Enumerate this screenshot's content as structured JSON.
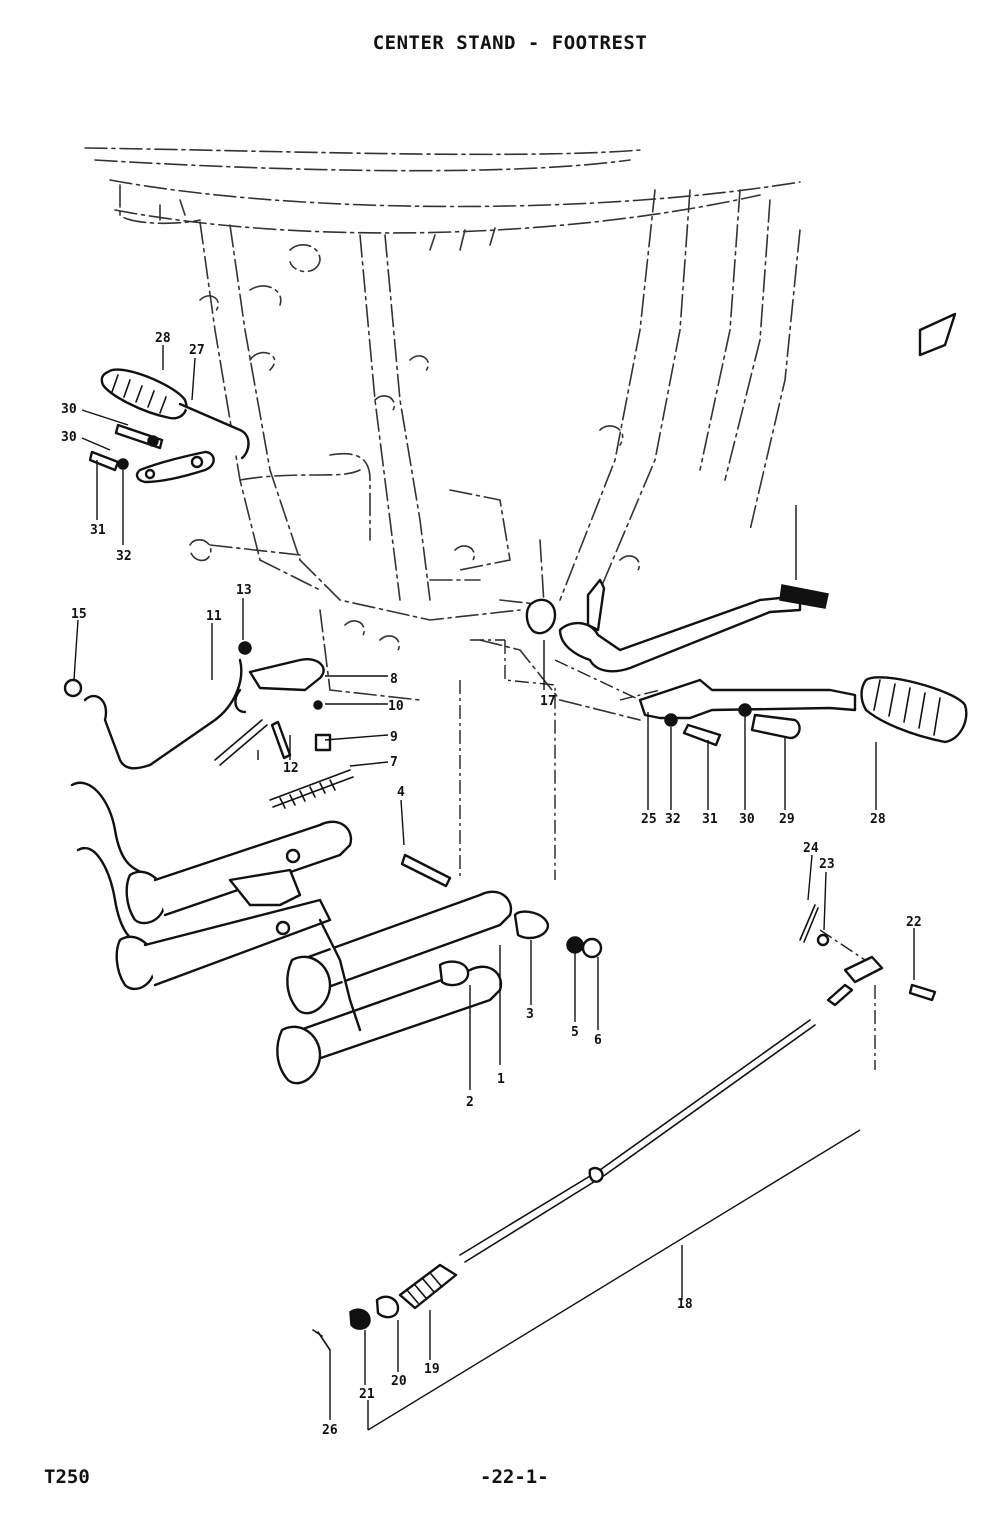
{
  "title": "CENTER STAND - FOOTREST",
  "model": "T250",
  "page_number": "-22-1-",
  "callouts": [
    {
      "id": "c1",
      "label": "1"
    },
    {
      "id": "c2",
      "label": "2"
    },
    {
      "id": "c3",
      "label": "3"
    },
    {
      "id": "c4",
      "label": "4"
    },
    {
      "id": "c5",
      "label": "5"
    },
    {
      "id": "c6",
      "label": "6"
    },
    {
      "id": "c7",
      "label": "7"
    },
    {
      "id": "c8",
      "label": "8"
    },
    {
      "id": "c9",
      "label": "9"
    },
    {
      "id": "c10",
      "label": "10"
    },
    {
      "id": "c11",
      "label": "11"
    },
    {
      "id": "c12",
      "label": "12"
    },
    {
      "id": "c13",
      "label": "13"
    },
    {
      "id": "c15",
      "label": "15"
    },
    {
      "id": "c17",
      "label": "17"
    },
    {
      "id": "c18",
      "label": "18"
    },
    {
      "id": "c19",
      "label": "19"
    },
    {
      "id": "c20",
      "label": "20"
    },
    {
      "id": "c21",
      "label": "21"
    },
    {
      "id": "c22",
      "label": "22"
    },
    {
      "id": "c23",
      "label": "23"
    },
    {
      "id": "c24",
      "label": "24"
    },
    {
      "id": "c25",
      "label": "25"
    },
    {
      "id": "c26",
      "label": "26"
    },
    {
      "id": "c27",
      "label": "27"
    },
    {
      "id": "c28",
      "label": "28"
    },
    {
      "id": "c29",
      "label": "29"
    },
    {
      "id": "c30a",
      "label": "30"
    },
    {
      "id": "c30b",
      "label": "30"
    },
    {
      "id": "c31a",
      "label": "31"
    },
    {
      "id": "c32a",
      "label": "32"
    },
    {
      "id": "c28b",
      "label": "28"
    },
    {
      "id": "c29b",
      "label": "29"
    },
    {
      "id": "c30c",
      "label": "30"
    },
    {
      "id": "c31b",
      "label": "31"
    },
    {
      "id": "c32b",
      "label": "32"
    },
    {
      "id": "c25b",
      "label": "25"
    }
  ]
}
